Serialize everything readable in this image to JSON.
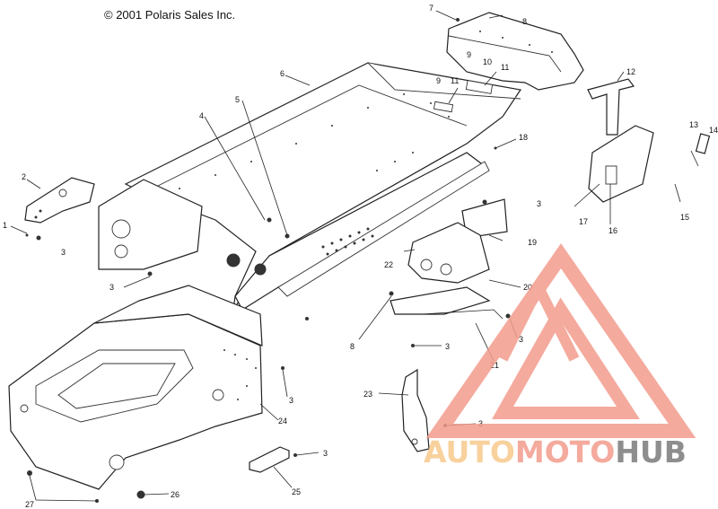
{
  "copyright": "© 2001 Polaris Sales Inc.",
  "callouts": [
    {
      "id": "c1",
      "text": "1"
    },
    {
      "id": "c2",
      "text": "2"
    },
    {
      "id": "c3a",
      "text": "3"
    },
    {
      "id": "c4",
      "text": "4"
    },
    {
      "id": "c5",
      "text": "5"
    },
    {
      "id": "c6",
      "text": "6"
    },
    {
      "id": "c7",
      "text": "7"
    },
    {
      "id": "c8a",
      "text": "8"
    },
    {
      "id": "c9a",
      "text": "9"
    },
    {
      "id": "c10",
      "text": "10"
    },
    {
      "id": "c11a",
      "text": "11"
    },
    {
      "id": "c9b",
      "text": "9"
    },
    {
      "id": "c11b",
      "text": "11"
    },
    {
      "id": "c12",
      "text": "12"
    },
    {
      "id": "c13",
      "text": "13"
    },
    {
      "id": "c14",
      "text": "14"
    },
    {
      "id": "c18",
      "text": "18"
    },
    {
      "id": "c3b",
      "text": "3"
    },
    {
      "id": "c17",
      "text": "17"
    },
    {
      "id": "c16",
      "text": "16"
    },
    {
      "id": "c15",
      "text": "15"
    },
    {
      "id": "c19",
      "text": "19"
    },
    {
      "id": "c22",
      "text": "22"
    },
    {
      "id": "c20",
      "text": "20"
    },
    {
      "id": "c3c",
      "text": "3"
    },
    {
      "id": "c8b",
      "text": "8"
    },
    {
      "id": "c3d",
      "text": "3"
    },
    {
      "id": "c3e",
      "text": "3"
    },
    {
      "id": "c21",
      "text": "21"
    },
    {
      "id": "c3f",
      "text": "3"
    },
    {
      "id": "c23",
      "text": "23"
    },
    {
      "id": "c3g",
      "text": "3"
    },
    {
      "id": "c24",
      "text": "24"
    },
    {
      "id": "c3h",
      "text": "3"
    },
    {
      "id": "c25",
      "text": "25"
    },
    {
      "id": "c26",
      "text": "26"
    },
    {
      "id": "c27",
      "text": "27"
    }
  ],
  "watermark": {
    "part1": "AUTO",
    "part2": "MOTO",
    "part3": "HUB",
    "color_primary": "#f39c8c",
    "color_accent": "#f7c98d",
    "color_dark": "#7b7b7b"
  }
}
